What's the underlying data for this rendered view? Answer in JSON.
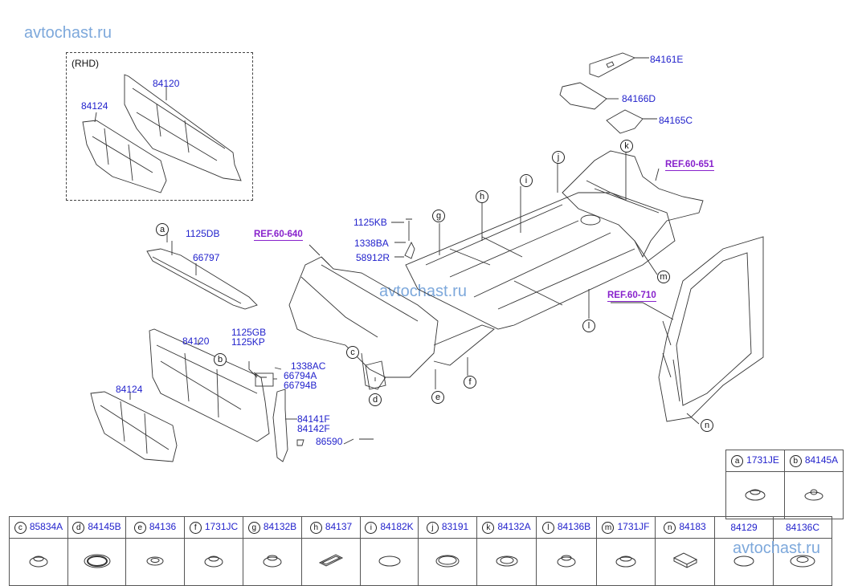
{
  "watermarks": [
    "avtochast.ru",
    "avtochast.ru",
    "avtochast.ru"
  ],
  "rhd_box": {
    "title": "(RHD)",
    "labels": [
      "84120",
      "84124"
    ]
  },
  "part_labels": {
    "p84161E": "84161E",
    "p84166D": "84166D",
    "p84165C": "84165C",
    "p1125DB": "1125DB",
    "p66797": "66797",
    "p1125KB": "1125KB",
    "p1338BA": "1338BA",
    "p58912R": "58912R",
    "p84120": "84120",
    "p84124": "84124",
    "p1125GB": "1125GB",
    "p1125KP": "1125KP",
    "p1338AC": "1338AC",
    "p66794A": "66794A",
    "p66794B": "66794B",
    "p84141F": "84141F",
    "p84142F": "84142F",
    "p86590": "86590"
  },
  "references": {
    "ref640": "REF.60-640",
    "ref651": "REF.60-651",
    "ref710": "REF.60-710"
  },
  "callouts": [
    "a",
    "b",
    "c",
    "d",
    "e",
    "f",
    "g",
    "h",
    "i",
    "j",
    "k",
    "l",
    "m",
    "n"
  ],
  "legend_top": [
    {
      "letter": "a",
      "part": "1731JE"
    },
    {
      "letter": "b",
      "part": "84145A"
    }
  ],
  "legend_bottom": [
    {
      "letter": "c",
      "part": "85834A"
    },
    {
      "letter": "d",
      "part": "84145B"
    },
    {
      "letter": "e",
      "part": "84136"
    },
    {
      "letter": "f",
      "part": "1731JC"
    },
    {
      "letter": "g",
      "part": "84132B"
    },
    {
      "letter": "h",
      "part": "84137"
    },
    {
      "letter": "i",
      "part": "84182K"
    },
    {
      "letter": "j",
      "part": "83191"
    },
    {
      "letter": "k",
      "part": "84132A"
    },
    {
      "letter": "l",
      "part": "84136B"
    },
    {
      "letter": "m",
      "part": "1731JF"
    },
    {
      "letter": "n",
      "part": "84183"
    },
    {
      "letter": "",
      "part": "84129"
    },
    {
      "letter": "",
      "part": "84136C"
    }
  ]
}
